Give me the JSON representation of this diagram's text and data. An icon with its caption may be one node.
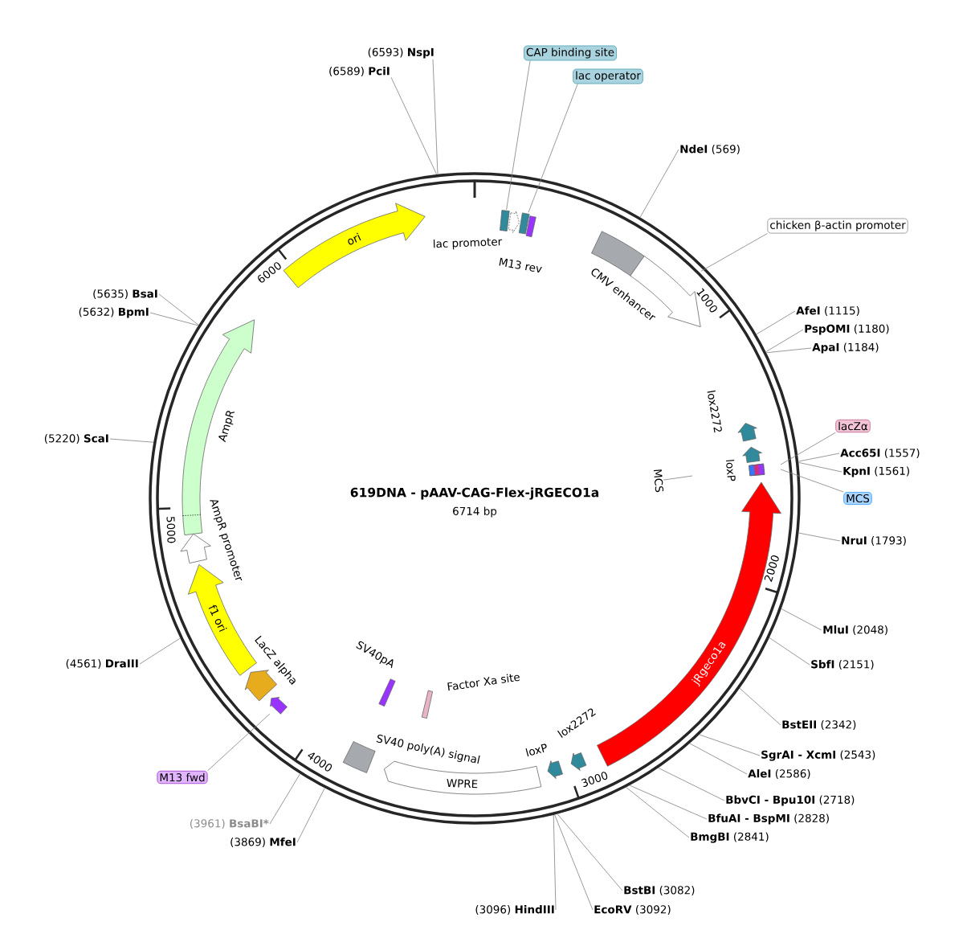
{
  "diagram": {
    "title": "619DNA - pAAV-CAG-Flex-jRGECO1a",
    "nodes": [
      {
        "text": [
          "(6593)",
          "NspI"
        ]
      },
      {
        "text": [
          "(6589)",
          "PciI"
        ]
      },
      {
        "text": [
          "CAP binding site"
        ]
      },
      {
        "text": [
          "lac operator"
        ]
      },
      {
        "text": [
          "NdeI",
          "(569)"
        ]
      },
      {
        "text": [
          "chicken β-actin promoter"
        ]
      },
      {
        "text": [
          "AfeI",
          "(1115)"
        ]
      },
      {
        "text": [
          "PspOMI",
          "(1180)"
        ]
      },
      {
        "text": [
          "ApaI",
          "(1184)"
        ]
      },
      {
        "text": [
          "lacZα"
        ]
      },
      {
        "text": [
          "Acc65I",
          "(1557)"
        ]
      },
      {
        "text": [
          "KpnI",
          "(1561)"
        ]
      },
      {
        "text": [
          "MCS"
        ]
      },
      {
        "text": [
          "NruI",
          "(1793)"
        ]
      },
      {
        "text": [
          "MluI",
          "(2048)"
        ]
      },
      {
        "text": [
          "SbfI",
          "(2151)"
        ]
      },
      {
        "text": [
          "BstEII",
          "(2342)"
        ]
      },
      {
        "text": [
          "SgrAI - XcmI",
          "(2543)"
        ]
      },
      {
        "text": [
          "AleI",
          "(2586)"
        ]
      },
      {
        "text": [
          "BbvCI - Bpu10I",
          "(2718)"
        ]
      },
      {
        "text": [
          "BfuAI - BspMI",
          "(2828)"
        ]
      },
      {
        "text": [
          "BmgBI",
          "(2841)"
        ]
      },
      {
        "text": [
          "BstBI",
          "(3082)"
        ]
      },
      {
        "text": [
          "EcoRV",
          "(3092)"
        ]
      },
      {
        "text": [
          "(3096)",
          "HindIII"
        ]
      },
      {
        "text": [
          "(3869)",
          "MfeI"
        ]
      },
      {
        "text": [
          "(3961)",
          "BsaBI*"
        ]
      },
      {
        "text": [
          "M13 fwd"
        ]
      },
      {
        "text": [
          "(4561)",
          "DraIII"
        ]
      },
      {
        "text": [
          "(5220)",
          "ScaI"
        ]
      },
      {
        "text": [
          "(5632)",
          "BpmI"
        ]
      },
      {
        "text": [
          "(5635)",
          "BsaI"
        ]
      },
      {
        "text": [
          "ori"
        ]
      },
      {
        "text": [],
        "shape": "box"
      },
      {
        "text": [],
        "shape": "arrow",
        "beside": [
          "lac promoter"
        ]
      },
      {
        "text": [],
        "shape": "box"
      },
      {
        "text": [],
        "shape": "box",
        "beside": [
          "M13 rev"
        ]
      },
      {
        "text": [],
        "shape": "box"
      },
      {
        "text": [],
        "shape": "arrow",
        "beside": [
          "CMV enhancer"
        ]
      },
      {
        "text": [],
        "shape": "arrow",
        "beside": [
          "lox2272"
        ]
      },
      {
        "text": [],
        "shape": "arrow",
        "beside": [
          "loxP"
        ]
      },
      {
        "text": [],
        "shape": "box"
      },
      {
        "text": [
          "MCS"
        ]
      },
      {
        "text": [
          "jRgeco1a"
        ]
      },
      {
        "text": [],
        "shape": "arrow"
      },
      {
        "text": [],
        "shape": "arrow",
        "beside": [
          "loxP"
        ]
      },
      {
        "text": [
          "WPRE"
        ]
      },
      {
        "text": [],
        "shape": "box",
        "beside": [
          "SV40 poly(A) signal"
        ]
      },
      {
        "text": [],
        "shape": "box",
        "beside": [
          "Factor Xa site"
        ]
      },
      {
        "text": [],
        "shape": "box",
        "beside": [
          "SV40pA"
        ]
      },
      {
        "text": [],
        "shape": "arrow"
      },
      {
        "text": [],
        "shape": "arrow",
        "beside": [
          "LacZ alpha"
        ]
      },
      {
        "text": [
          "f1 ori"
        ]
      },
      {
        "text": [],
        "shape": "arrow",
        "beside": [
          "AmpR promoter"
        ]
      },
      {
        "text": [],
        "shape": "arrow",
        "beside": [
          "AmpR"
        ]
      }
    ],
    "edges": [
      {
        "from": 0,
        "to": null,
        "arrow": "none"
      },
      {
        "from": 1,
        "to": null,
        "arrow": "none"
      },
      {
        "from": 2,
        "to": 33,
        "arrow": "none"
      },
      {
        "from": 3,
        "to": 35,
        "arrow": "none"
      },
      {
        "from": 4,
        "to": null,
        "arrow": "none"
      },
      {
        "from": 5,
        "to": 38,
        "arrow": "none"
      },
      {
        "from": 6,
        "to": null,
        "arrow": "none"
      },
      {
        "from": 7,
        "to": null,
        "arrow": "none"
      },
      {
        "from": 8,
        "to": null,
        "arrow": "none"
      },
      {
        "from": 9,
        "to": null,
        "arrow": "none"
      },
      {
        "from": 10,
        "to": null,
        "arrow": "none"
      },
      {
        "from": 11,
        "to": null,
        "arrow": "none"
      },
      {
        "from": 12,
        "to": null,
        "arrow": "none"
      },
      {
        "from": 13,
        "to": null,
        "arrow": "none"
      },
      {
        "from": 14,
        "to": null,
        "arrow": "none"
      },
      {
        "from": 15,
        "to": null,
        "arrow": "none"
      },
      {
        "from": 16,
        "to": null,
        "arrow": "none"
      },
      {
        "from": 17,
        "to": null,
        "arrow": "none"
      },
      {
        "from": 18,
        "to": null,
        "arrow": "none"
      },
      {
        "from": 19,
        "to": null,
        "arrow": "none"
      },
      {
        "from": 20,
        "to": null,
        "arrow": "none"
      },
      {
        "from": 21,
        "to": null,
        "arrow": "none"
      },
      {
        "from": 22,
        "to": null,
        "arrow": "none"
      },
      {
        "from": 23,
        "to": null,
        "arrow": "none"
      },
      {
        "from": 24,
        "to": null,
        "arrow": "none"
      },
      {
        "from": 25,
        "to": null,
        "arrow": "none"
      },
      {
        "from": 26,
        "to": null,
        "arrow": "none"
      },
      {
        "from": 27,
        "to": 50,
        "arrow": "none"
      },
      {
        "from": 28,
        "to": null,
        "arrow": "none"
      },
      {
        "from": 29,
        "to": null,
        "arrow": "none"
      },
      {
        "from": 30,
        "to": null,
        "arrow": "none"
      },
      {
        "from": 31,
        "to": null,
        "arrow": "none"
      },
      {
        "from": 42,
        "to": null,
        "arrow": "none"
      }
    ],
    "labels": [
      "6714 bp",
      "1000",
      "2000",
      "3000",
      "4000",
      "5000",
      "6000",
      "lox2272"
    ]
  }
}
